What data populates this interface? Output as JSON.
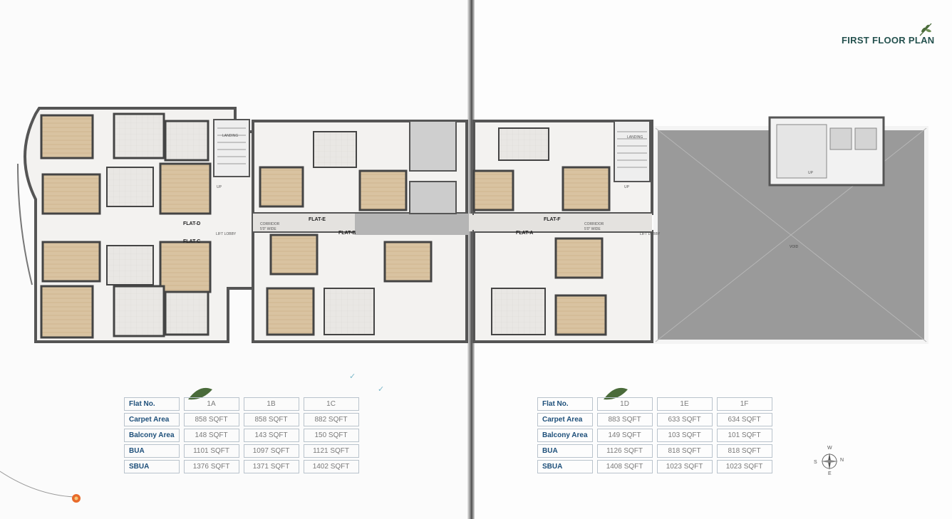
{
  "title": "FIRST FLOOR PLAN",
  "colors": {
    "title": "#24514e",
    "header_text": "#1d4f7a",
    "value_text": "#7a7a7a",
    "slab": "#9a9a9a",
    "leaf": "#4a6b3a"
  },
  "labels": {
    "flat_a": "FLAT-A",
    "flat_b": "FLAT-B",
    "flat_c": "FLAT-C",
    "flat_d": "FLAT-D",
    "flat_e": "FLAT-E",
    "flat_f": "FLAT-F",
    "corridor": "CORRIDOR",
    "corridor_width": "5'0\" WIDE",
    "landing": "LANDING",
    "up": "UP",
    "lift_lobby": "LIFT LOBBY",
    "void": "VOID"
  },
  "tables": {
    "left": {
      "row_headers": [
        "Flat No.",
        "Carpet Area",
        "Balcony Area",
        "BUA",
        "SBUA"
      ],
      "columns": [
        {
          "flat": "1A",
          "values": [
            "858 SQFT",
            "148 SQFT",
            "1101 SQFT",
            "1376 SQFT"
          ]
        },
        {
          "flat": "1B",
          "values": [
            "858 SQFT",
            "143 SQFT",
            "1097 SQFT",
            "1371 SQFT"
          ]
        },
        {
          "flat": "1C",
          "values": [
            "882 SQFT",
            "150 SQFT",
            "1121 SQFT",
            "1402 SQFT"
          ]
        }
      ]
    },
    "right": {
      "row_headers": [
        "Flat No.",
        "Carpet Area",
        "Balcony Area",
        "BUA",
        "SBUA"
      ],
      "columns": [
        {
          "flat": "1D",
          "values": [
            "883 SQFT",
            "149 SQFT",
            "1126 SQFT",
            "1408 SQFT"
          ]
        },
        {
          "flat": "1E",
          "values": [
            "633 SQFT",
            "103 SQFT",
            "818 SQFT",
            "1023 SQFT"
          ]
        },
        {
          "flat": "1F",
          "values": [
            "634 SQFT",
            "101 SQFT",
            "818 SQFT",
            "1023 SQFT"
          ]
        }
      ]
    }
  },
  "compass": {
    "n": "N",
    "s": "S",
    "e": "E",
    "w": "W"
  }
}
